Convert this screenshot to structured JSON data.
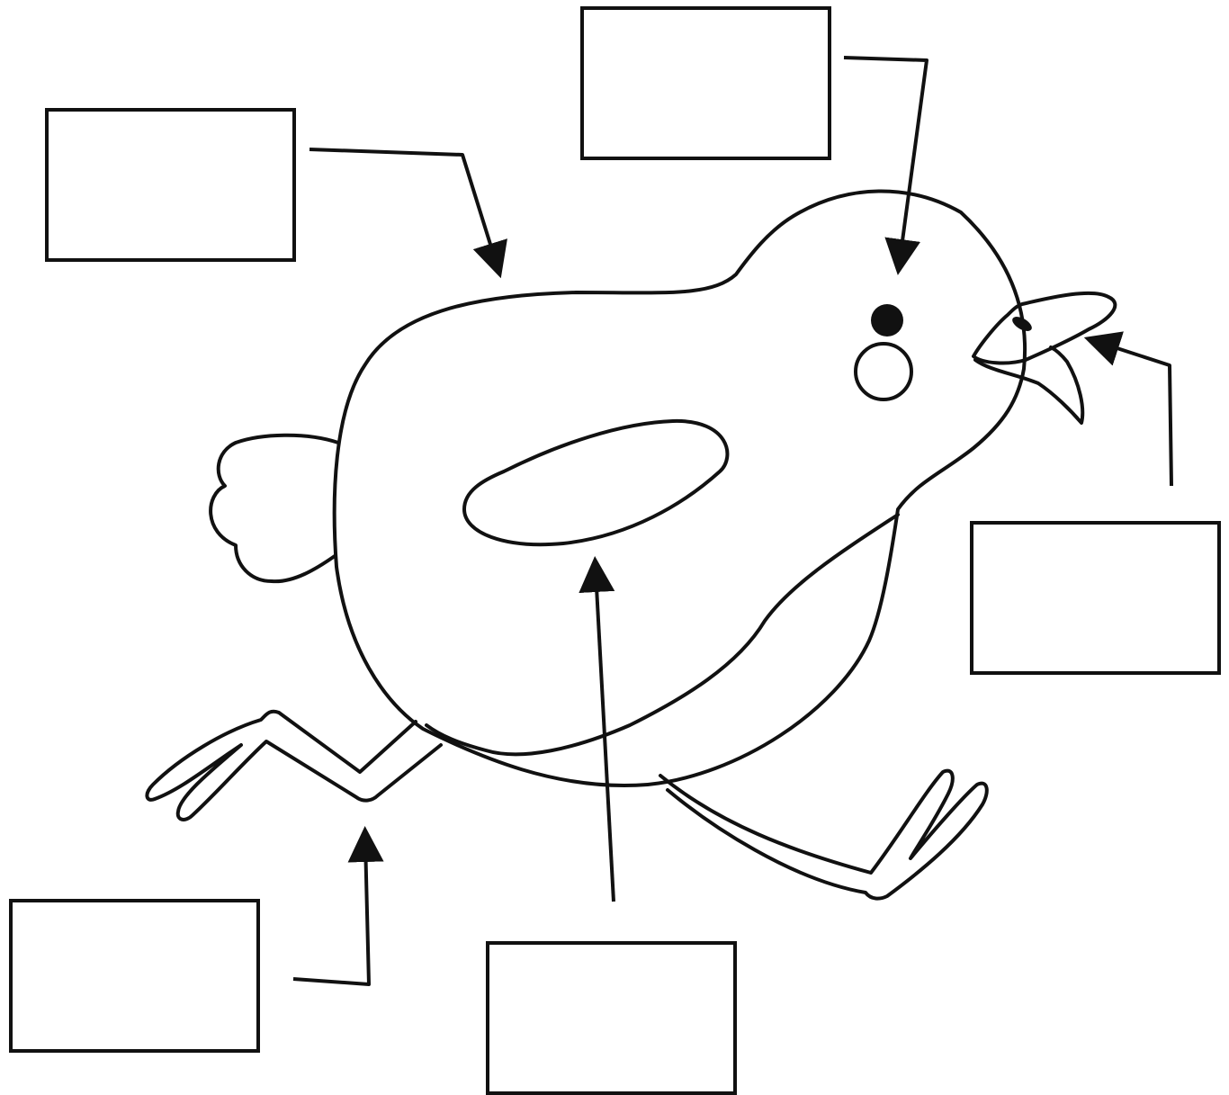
{
  "diagram": {
    "subject": "chick",
    "colors": {
      "stroke": "#111111",
      "fill": "#ffffff"
    },
    "labels": [
      {
        "id": "body",
        "text": ""
      },
      {
        "id": "eye",
        "text": ""
      },
      {
        "id": "beak",
        "text": ""
      },
      {
        "id": "leg",
        "text": ""
      },
      {
        "id": "wing",
        "text": ""
      }
    ]
  }
}
